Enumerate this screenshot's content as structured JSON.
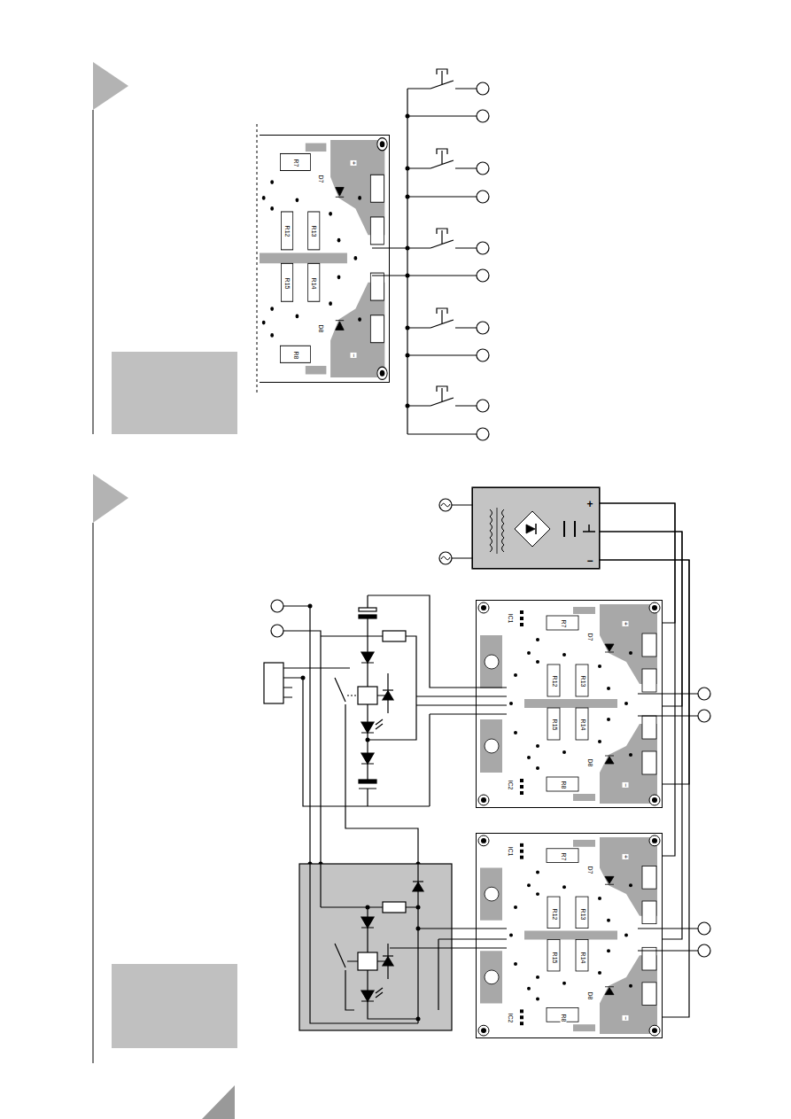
{
  "diagram": {
    "nodes": [
      {
        "text": [
          "R7",
          "+",
          "D7",
          "R12",
          "R13",
          "R15",
          "R14",
          "D8",
          "R8",
          "−"
        ]
      },
      {
        "text": [
          "+",
          "−"
        ]
      },
      {
        "text": [
          "IC1",
          "R7",
          "+",
          "D7",
          "R12",
          "R13",
          "R15",
          "R14",
          "D8",
          "IC2",
          "R8",
          "−"
        ]
      },
      {
        "text": [
          "IC1",
          "R7",
          "+",
          "D7",
          "R12",
          "R13",
          "R15",
          "R14",
          "D8",
          "IC2",
          "R8",
          "−"
        ]
      }
    ],
    "edges": [
      {
        "from": 1,
        "to": 2,
        "arrow": "none"
      },
      {
        "from": 1,
        "to": 3,
        "arrow": "none"
      },
      {
        "from": 1,
        "to": 2,
        "arrow": "none"
      },
      {
        "from": 1,
        "to": 3,
        "arrow": "none"
      },
      {
        "from": 1,
        "to": 2,
        "arrow": "none"
      },
      {
        "from": 1,
        "to": 3,
        "arrow": "none"
      }
    ]
  }
}
